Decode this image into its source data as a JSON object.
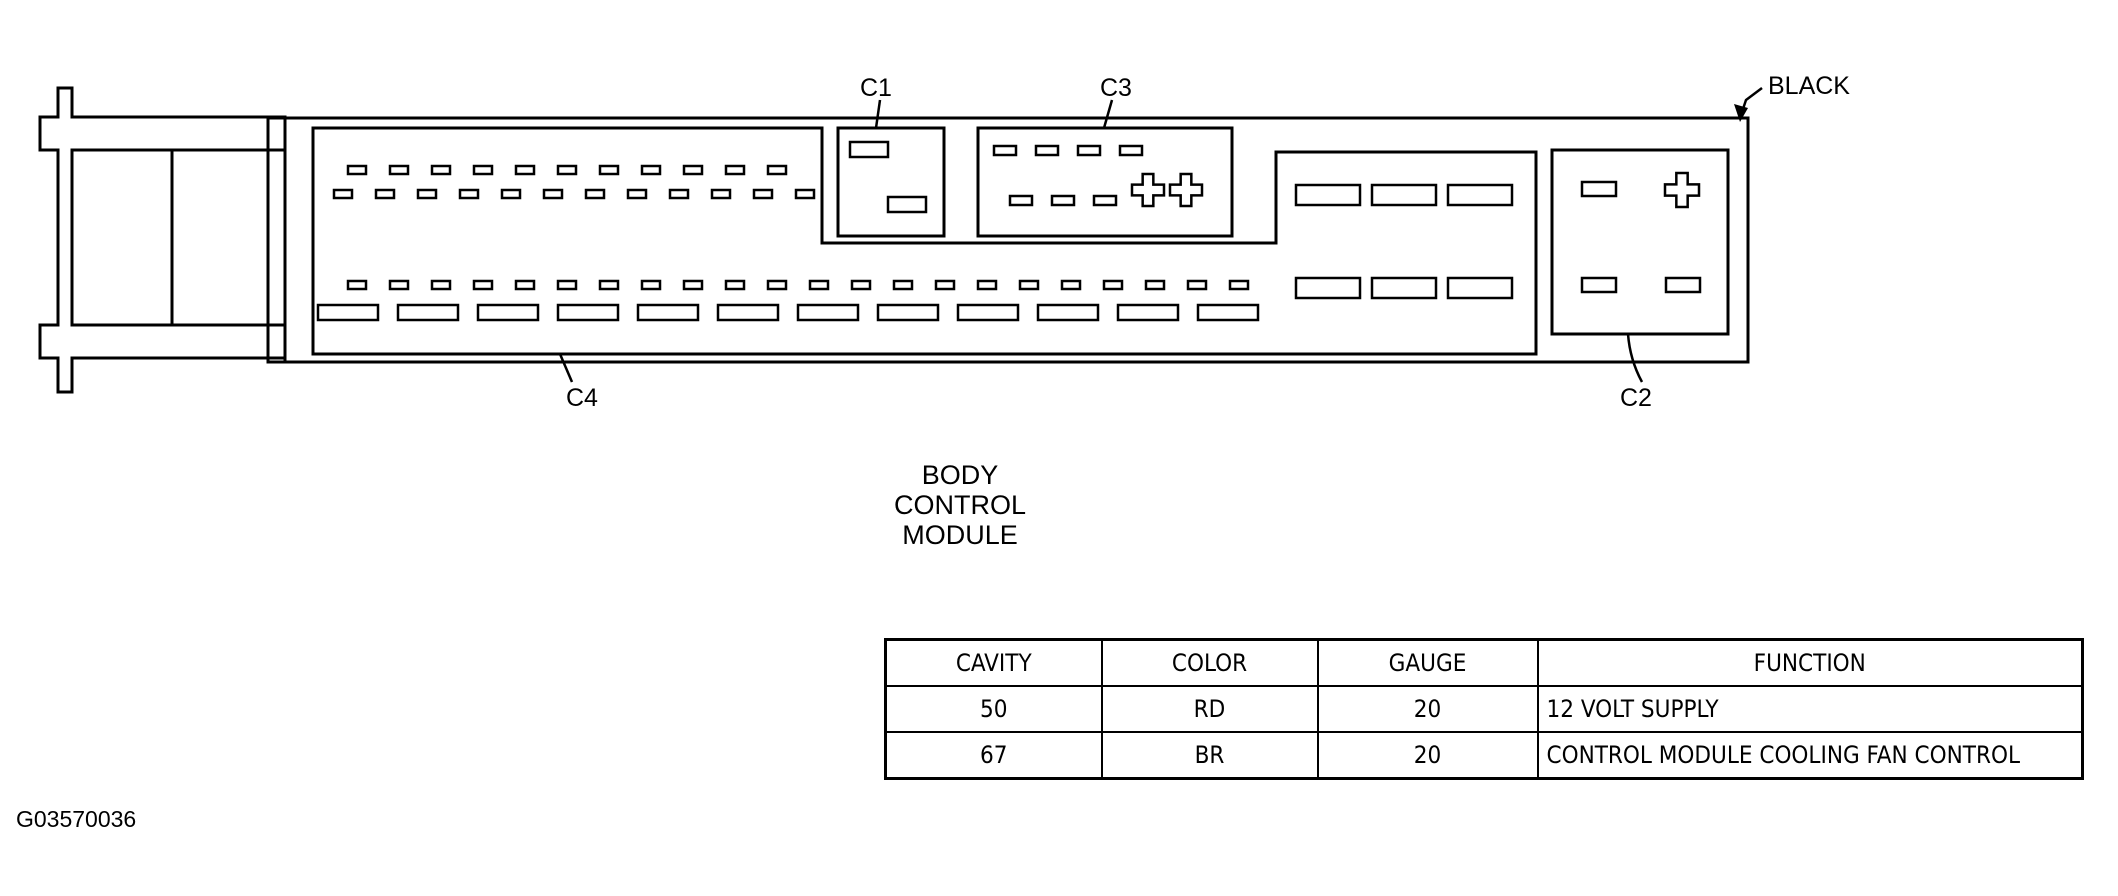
{
  "connector": {
    "color_label": "BLACK",
    "callouts": [
      "C1",
      "C2",
      "C3",
      "C4"
    ]
  },
  "module_title": [
    "BODY",
    "CONTROL",
    "MODULE"
  ],
  "pin_table": {
    "headers": [
      "CAVITY",
      "COLOR",
      "GAUGE",
      "FUNCTION"
    ],
    "rows": [
      [
        "50",
        "RD",
        "20",
        "12 VOLT SUPPLY"
      ],
      [
        "67",
        "BR",
        "20",
        "CONTROL MODULE COOLING FAN CONTROL"
      ]
    ]
  },
  "figure_id": "G03570036"
}
